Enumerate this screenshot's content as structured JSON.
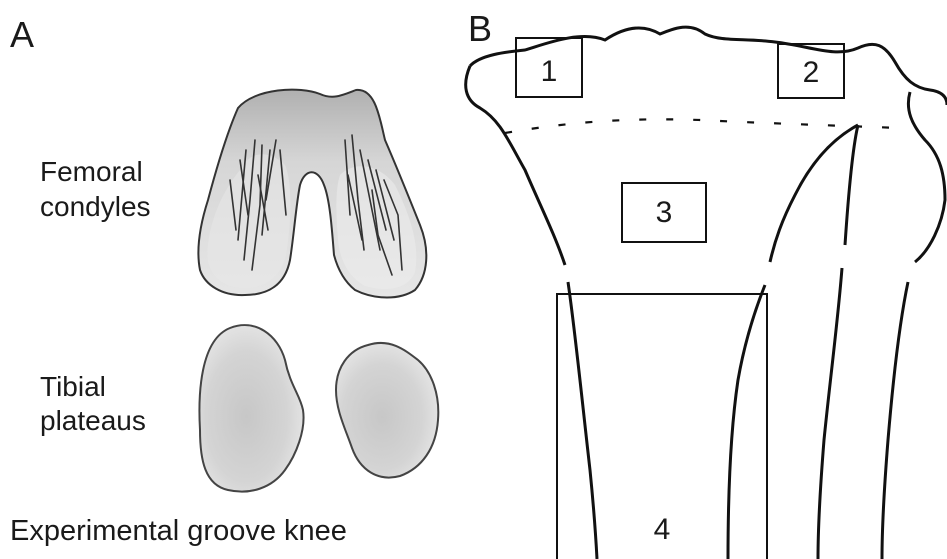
{
  "panel_a": {
    "label": "A",
    "femoral_label": [
      "Femoral",
      "condyles"
    ],
    "tibial_label": [
      "Tibial",
      "plateaus"
    ],
    "caption": "Experimental groove knee"
  },
  "panel_b": {
    "label": "B",
    "regions": [
      "1",
      "2",
      "3",
      "4"
    ]
  },
  "colors": {
    "bone_fill": "#d9d9d9",
    "bone_shade": "#b5b5b5",
    "line": "#111111"
  }
}
